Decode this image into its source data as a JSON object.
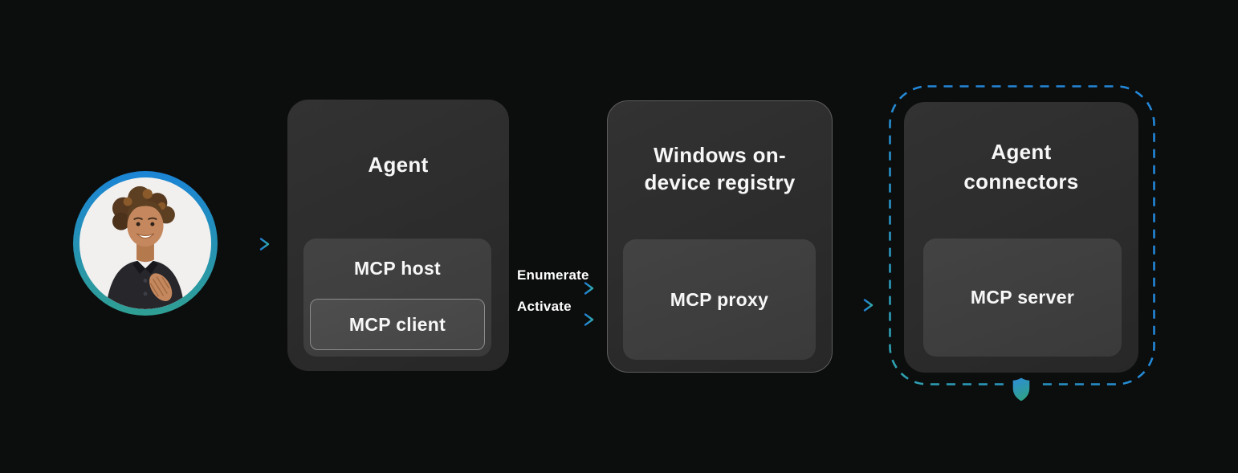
{
  "colors": {
    "background": "#0c0d0d",
    "node_fill_top": "#323232",
    "node_fill_bottom": "#272727",
    "inner_fill": "#3a3a3a",
    "client_fill": "#454545",
    "client_border": "#8c8c8c",
    "registry_border": "#5d5d5d",
    "text": "#f7f7f7",
    "arrow_start": "#1f7fd4",
    "arrow_end": "#2fa8ad",
    "boundary_teal": "#2fa3ae",
    "boundary_blue": "#2387d8",
    "ring_top": "#1b84d6",
    "ring_bottom": "#2f9f93",
    "shield_top": "#2e8ed6",
    "shield_bottom": "#2fa284"
  },
  "avatar": {
    "icon": "user-portrait"
  },
  "nodes": {
    "agent": {
      "title": "Agent",
      "host_label": "MCP host",
      "client_label": "MCP client"
    },
    "registry": {
      "title": "Windows on-\ndevice registry",
      "proxy_label": "MCP proxy"
    },
    "connectors": {
      "title": "Agent\nconnectors",
      "server_label": "MCP server"
    }
  },
  "flows": {
    "enumerate_label": "Enumerate",
    "activate_label": "Activate"
  },
  "security": {
    "icon": "shield"
  }
}
